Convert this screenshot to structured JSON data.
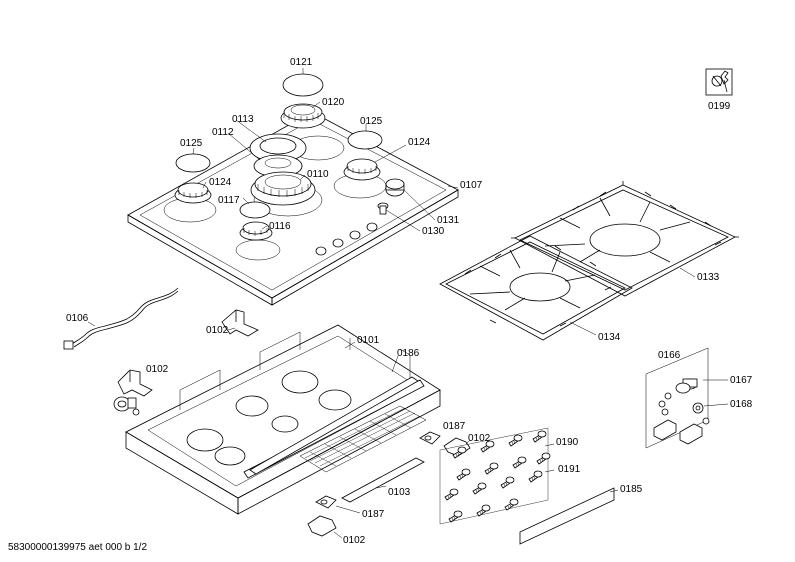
{
  "labels": {
    "l0121": "0121",
    "l0120": "0120",
    "l0113": "0113",
    "l0112": "0112",
    "l0125a": "0125",
    "l0125b": "0125",
    "l0124a": "0124",
    "l0124b": "0124",
    "l0110": "0110",
    "l0107": "0107",
    "l0117": "0117",
    "l0116": "0116",
    "l0131": "0131",
    "l0130": "0130",
    "l0199": "0199",
    "l0133": "0133",
    "l0134": "0134",
    "l0106": "0106",
    "l0102a": "0102",
    "l0102b": "0102",
    "l0102c": "0102",
    "l0102d": "0102",
    "l0101": "0101",
    "l0186": "0186",
    "l0166": "0166",
    "l0167": "0167",
    "l0168": "0168",
    "l0187a": "0187",
    "l0187b": "0187",
    "l0190": "0190",
    "l0191": "0191",
    "l0103": "0103",
    "l0185": "0185"
  },
  "footer": "58300000139975 aet 000 b 1/2"
}
